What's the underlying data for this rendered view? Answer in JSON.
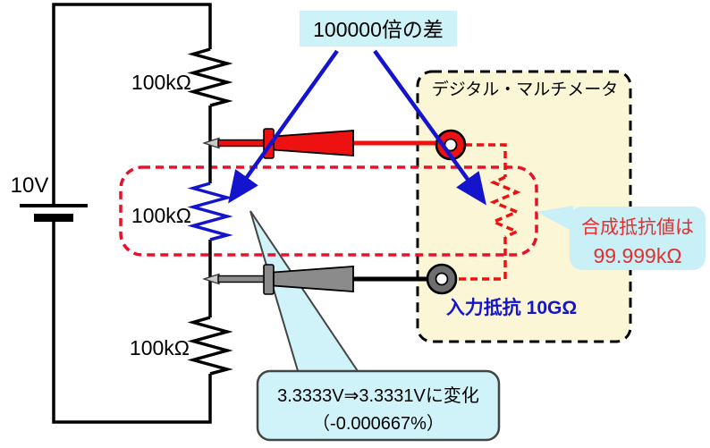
{
  "battery": {
    "voltage_label": "10V"
  },
  "resistors": {
    "top_label": "100kΩ",
    "middle_label": "100kΩ",
    "bottom_label": "100kΩ"
  },
  "top_callout": {
    "text": "100000倍の差"
  },
  "multimeter": {
    "title": "デジタル・マルチメータ",
    "input_resistance": "入力抵抗  10GΩ"
  },
  "right_bubble": {
    "line1": "合成抵抗値は",
    "line2": "99.999kΩ"
  },
  "bottom_bubble": {
    "line1": "3.3333V⇒3.3331Vに変化",
    "line2": "（-0.000667%）"
  },
  "colors": {
    "wire_black": "#000000",
    "probe_red": "#ee1111",
    "highlight_dash_red": "#e8112d",
    "measured_resistor_blue": "#1414cd",
    "arrow_blue": "#1414cd",
    "label_blue": "#1414cd",
    "value_text_red": "#e03030",
    "multimeter_fill": "#fbf7d6",
    "callout_cyan": "#cdf2f7",
    "bubble_cyan": "#c9eff7"
  }
}
